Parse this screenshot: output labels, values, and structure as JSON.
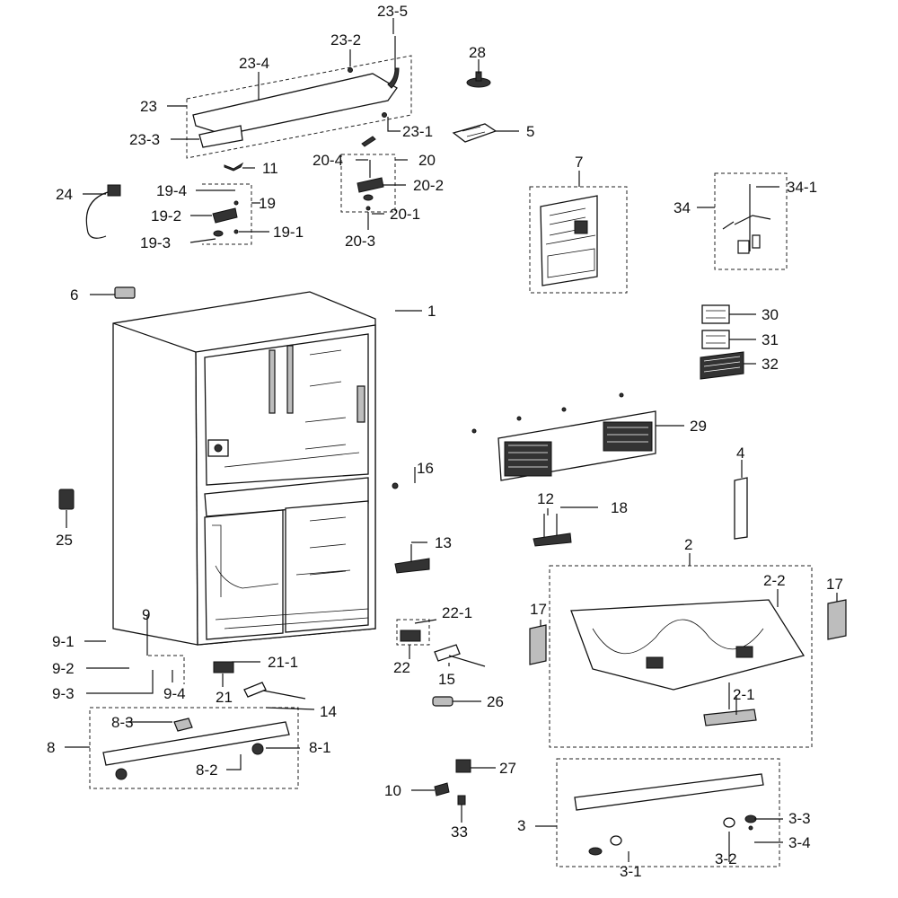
{
  "callouts": [
    {
      "id": "c1",
      "text": "1"
    },
    {
      "id": "c2",
      "text": "2"
    },
    {
      "id": "c2-1",
      "text": "2-1"
    },
    {
      "id": "c2-2",
      "text": "2-2"
    },
    {
      "id": "c3",
      "text": "3"
    },
    {
      "id": "c3-1",
      "text": "3-1"
    },
    {
      "id": "c3-2",
      "text": "3-2"
    },
    {
      "id": "c3-3",
      "text": "3-3"
    },
    {
      "id": "c3-4",
      "text": "3-4"
    },
    {
      "id": "c4",
      "text": "4"
    },
    {
      "id": "c5",
      "text": "5"
    },
    {
      "id": "c6",
      "text": "6"
    },
    {
      "id": "c7",
      "text": "7"
    },
    {
      "id": "c8",
      "text": "8"
    },
    {
      "id": "c8-1",
      "text": "8-1"
    },
    {
      "id": "c8-2",
      "text": "8-2"
    },
    {
      "id": "c8-3",
      "text": "8-3"
    },
    {
      "id": "c9",
      "text": "9"
    },
    {
      "id": "c9-1",
      "text": "9-1"
    },
    {
      "id": "c9-2",
      "text": "9-2"
    },
    {
      "id": "c9-3",
      "text": "9-3"
    },
    {
      "id": "c9-4",
      "text": "9-4"
    },
    {
      "id": "c10",
      "text": "10"
    },
    {
      "id": "c11",
      "text": "11"
    },
    {
      "id": "c12",
      "text": "12"
    },
    {
      "id": "c13",
      "text": "13"
    },
    {
      "id": "c14",
      "text": "14"
    },
    {
      "id": "c15",
      "text": "15"
    },
    {
      "id": "c16",
      "text": "16"
    },
    {
      "id": "c17a",
      "text": "17"
    },
    {
      "id": "c17b",
      "text": "17"
    },
    {
      "id": "c18",
      "text": "18"
    },
    {
      "id": "c19",
      "text": "19"
    },
    {
      "id": "c19-1",
      "text": "19-1"
    },
    {
      "id": "c19-2",
      "text": "19-2"
    },
    {
      "id": "c19-3",
      "text": "19-3"
    },
    {
      "id": "c19-4",
      "text": "19-4"
    },
    {
      "id": "c20",
      "text": "20"
    },
    {
      "id": "c20-1",
      "text": "20-1"
    },
    {
      "id": "c20-2",
      "text": "20-2"
    },
    {
      "id": "c20-3",
      "text": "20-3"
    },
    {
      "id": "c20-4",
      "text": "20-4"
    },
    {
      "id": "c21",
      "text": "21"
    },
    {
      "id": "c21-1",
      "text": "21-1"
    },
    {
      "id": "c22",
      "text": "22"
    },
    {
      "id": "c22-1",
      "text": "22-1"
    },
    {
      "id": "c23",
      "text": "23"
    },
    {
      "id": "c23-1",
      "text": "23-1"
    },
    {
      "id": "c23-2",
      "text": "23-2"
    },
    {
      "id": "c23-3",
      "text": "23-3"
    },
    {
      "id": "c23-4",
      "text": "23-4"
    },
    {
      "id": "c23-5",
      "text": "23-5"
    },
    {
      "id": "c24",
      "text": "24"
    },
    {
      "id": "c25",
      "text": "25"
    },
    {
      "id": "c26",
      "text": "26"
    },
    {
      "id": "c27",
      "text": "27"
    },
    {
      "id": "c28",
      "text": "28"
    },
    {
      "id": "c29",
      "text": "29"
    },
    {
      "id": "c30",
      "text": "30"
    },
    {
      "id": "c31",
      "text": "31"
    },
    {
      "id": "c32",
      "text": "32"
    },
    {
      "id": "c33",
      "text": "33"
    },
    {
      "id": "c34",
      "text": "34"
    },
    {
      "id": "c34-1",
      "text": "34-1"
    }
  ]
}
